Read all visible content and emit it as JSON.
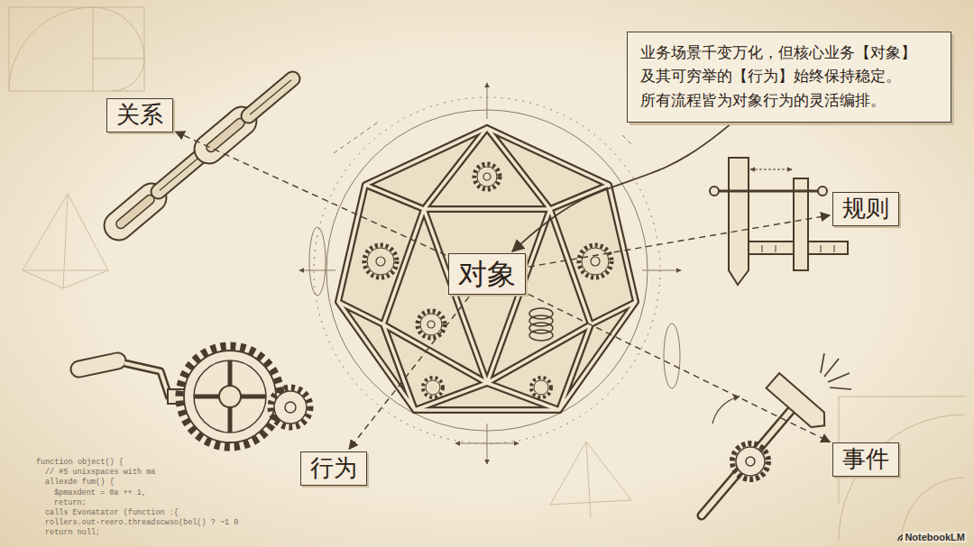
{
  "diagram": {
    "nodes": [
      {
        "text": [
          "关系"
        ]
      },
      {
        "text": [
          "业务场景千变万化，但核心业务【对象】 及其可穷举的【行为】始终保持稳定。 所有流程皆为对象行为的灵活编排。"
        ]
      },
      {
        "text": [
          "规则"
        ]
      },
      {
        "text": [
          "对象"
        ]
      },
      {
        "text": [
          "行为"
        ]
      },
      {
        "text": [
          "事件"
        ]
      }
    ],
    "edges": [
      {
        "from": 3,
        "to": 0,
        "arrow": "to"
      },
      {
        "from": 1,
        "to": 3,
        "arrow": "to"
      },
      {
        "from": 3,
        "to": 2,
        "arrow": "to"
      },
      {
        "from": 3,
        "to": 4,
        "arrow": "to"
      },
      {
        "from": 3,
        "to": 5,
        "arrow": "to"
      }
    ],
    "labels": [
      "function object() {",
      "// #5 unixspaces with ma",
      "allexde fum() {",
      "$pmaxdent = 0a ++ 1,",
      "return;",
      "calls Evonatator (function :{",
      "rollers.out-reero.threadscwso(bel() ? ~1 0",
      "return null;",
      "NotebookLM"
    ]
  }
}
